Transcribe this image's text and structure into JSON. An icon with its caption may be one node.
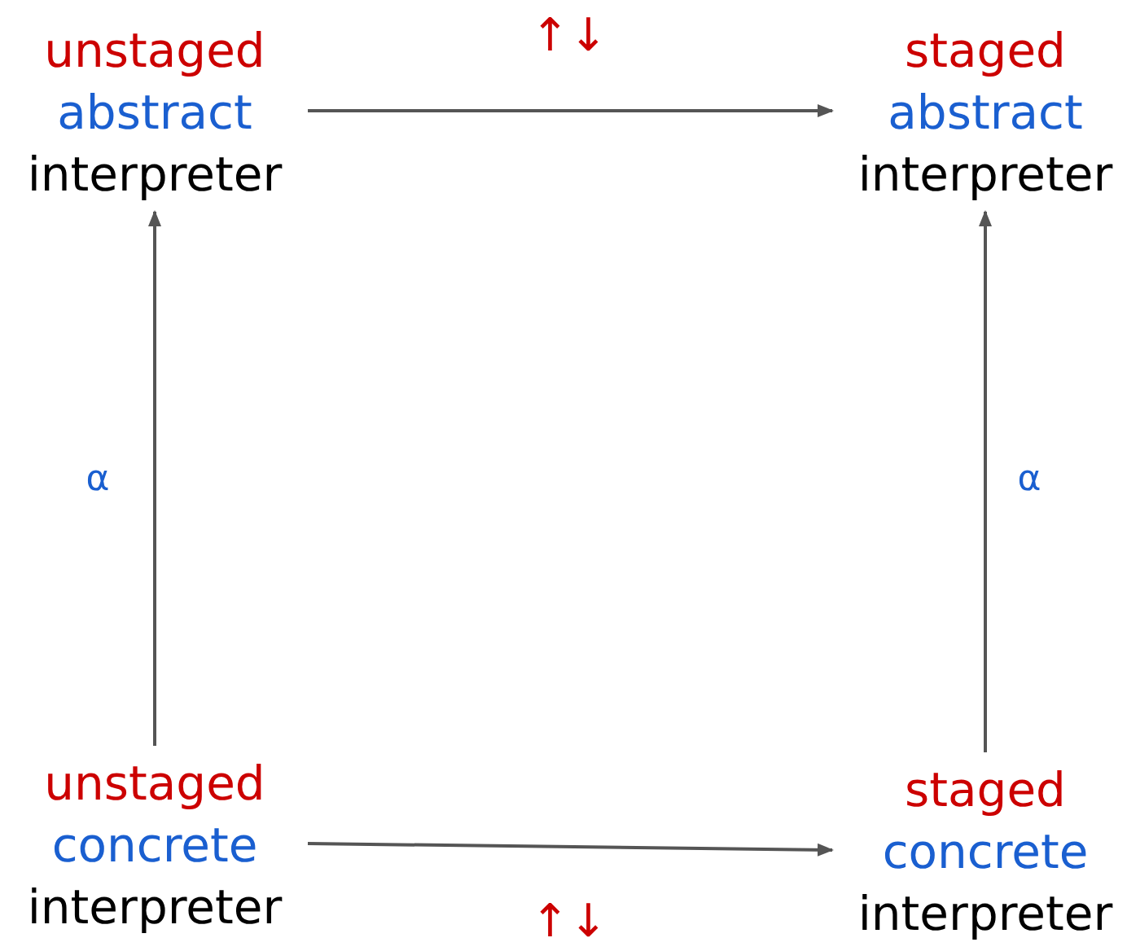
{
  "diagram": {
    "nodes": [
      {
        "text": [
          "unstaged",
          "abstract",
          "interpreter"
        ]
      },
      {
        "text": [
          "staged",
          "abstract",
          "interpreter"
        ]
      },
      {
        "text": [
          "unstaged",
          "concrete",
          "interpreter"
        ]
      },
      {
        "text": [
          "staged",
          "concrete",
          "interpreter"
        ]
      }
    ],
    "edges": [
      {
        "from": 0,
        "to": 1,
        "arrow": "to",
        "label": "↑↓"
      },
      {
        "from": 2,
        "to": 3,
        "arrow": "to",
        "label": "↑↓"
      },
      {
        "from": 2,
        "to": 0,
        "arrow": "to",
        "label": "α"
      },
      {
        "from": 3,
        "to": 1,
        "arrow": "to",
        "label": "α"
      }
    ]
  }
}
